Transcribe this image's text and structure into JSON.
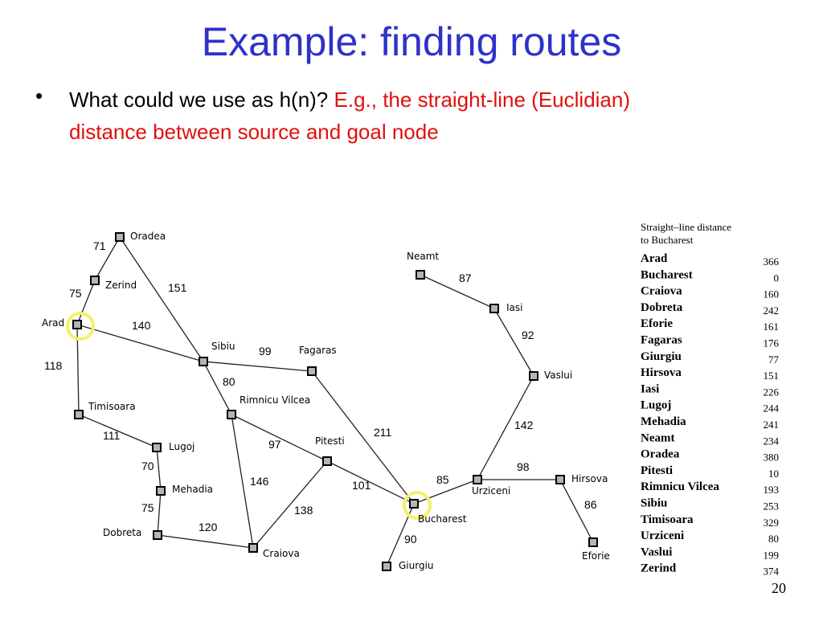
{
  "slide": {
    "title": "Example: finding routes",
    "bullet_black": "What could we use as h(n)? ",
    "bullet_red": "E.g., the straight-line (Euclidian) distance between source and goal node",
    "page_number": "20"
  },
  "map": {
    "cities": [
      "Oradea",
      "Zerind",
      "Arad",
      "Sibiu",
      "Fagaras",
      "Timisoara",
      "Rimnicu Vilcea",
      "Lugoj",
      "Pitesti",
      "Mehadia",
      "Dobreta",
      "Craiova",
      "Bucharest",
      "Giurgiu",
      "Neamt",
      "Iasi",
      "Vaslui",
      "Urziceni",
      "Hirsova",
      "Eforie"
    ],
    "roads": [
      {
        "from": "Oradea",
        "to": "Zerind",
        "distance": "71"
      },
      {
        "from": "Zerind",
        "to": "Arad",
        "distance": "75"
      },
      {
        "from": "Oradea",
        "to": "Sibiu",
        "distance": "151"
      },
      {
        "from": "Arad",
        "to": "Sibiu",
        "distance": "140"
      },
      {
        "from": "Arad",
        "to": "Timisoara",
        "distance": "118"
      },
      {
        "from": "Sibiu",
        "to": "Fagaras",
        "distance": "99"
      },
      {
        "from": "Sibiu",
        "to": "Rimnicu Vilcea",
        "distance": "80"
      },
      {
        "from": "Timisoara",
        "to": "Lugoj",
        "distance": "111"
      },
      {
        "from": "Lugoj",
        "to": "Mehadia",
        "distance": "70"
      },
      {
        "from": "Mehadia",
        "to": "Dobreta",
        "distance": "75"
      },
      {
        "from": "Dobreta",
        "to": "Craiova",
        "distance": "120"
      },
      {
        "from": "Rimnicu Vilcea",
        "to": "Pitesti",
        "distance": "97"
      },
      {
        "from": "Rimnicu Vilcea",
        "to": "Craiova",
        "distance": "146"
      },
      {
        "from": "Craiova",
        "to": "Pitesti",
        "distance": "138"
      },
      {
        "from": "Fagaras",
        "to": "Bucharest",
        "distance": "211"
      },
      {
        "from": "Pitesti",
        "to": "Bucharest",
        "distance": "101"
      },
      {
        "from": "Bucharest",
        "to": "Giurgiu",
        "distance": "90"
      },
      {
        "from": "Bucharest",
        "to": "Urziceni",
        "distance": "85"
      },
      {
        "from": "Urziceni",
        "to": "Hirsova",
        "distance": "98"
      },
      {
        "from": "Hirsova",
        "to": "Eforie",
        "distance": "86"
      },
      {
        "from": "Urziceni",
        "to": "Vaslui",
        "distance": "142"
      },
      {
        "from": "Vaslui",
        "to": "Iasi",
        "distance": "92"
      },
      {
        "from": "Iasi",
        "to": "Neamt",
        "distance": "87"
      }
    ],
    "highlighted": [
      "Arad",
      "Bucharest"
    ],
    "highlight_color": "#f5f06a"
  },
  "sld_table": {
    "heading_line1": "Straight–line distance",
    "heading_line2": "to Bucharest",
    "rows": [
      {
        "city": "Arad",
        "value": "366"
      },
      {
        "city": "Bucharest",
        "value": "0"
      },
      {
        "city": "Craiova",
        "value": "160"
      },
      {
        "city": "Dobreta",
        "value": "242"
      },
      {
        "city": "Eforie",
        "value": "161"
      },
      {
        "city": "Fagaras",
        "value": "176"
      },
      {
        "city": "Giurgiu",
        "value": "77"
      },
      {
        "city": "Hirsova",
        "value": "151"
      },
      {
        "city": "Iasi",
        "value": "226"
      },
      {
        "city": "Lugoj",
        "value": "244"
      },
      {
        "city": "Mehadia",
        "value": "241"
      },
      {
        "city": "Neamt",
        "value": "234"
      },
      {
        "city": "Oradea",
        "value": "380"
      },
      {
        "city": "Pitesti",
        "value": "10"
      },
      {
        "city": "Rimnicu Vilcea",
        "value": "193"
      },
      {
        "city": "Sibiu",
        "value": "253"
      },
      {
        "city": "Timisoara",
        "value": "329"
      },
      {
        "city": "Urziceni",
        "value": "80"
      },
      {
        "city": "Vaslui",
        "value": "199"
      },
      {
        "city": "Zerind",
        "value": "374"
      }
    ]
  },
  "colors": {
    "title": "#2e32c8",
    "accent_red": "#e01010"
  }
}
